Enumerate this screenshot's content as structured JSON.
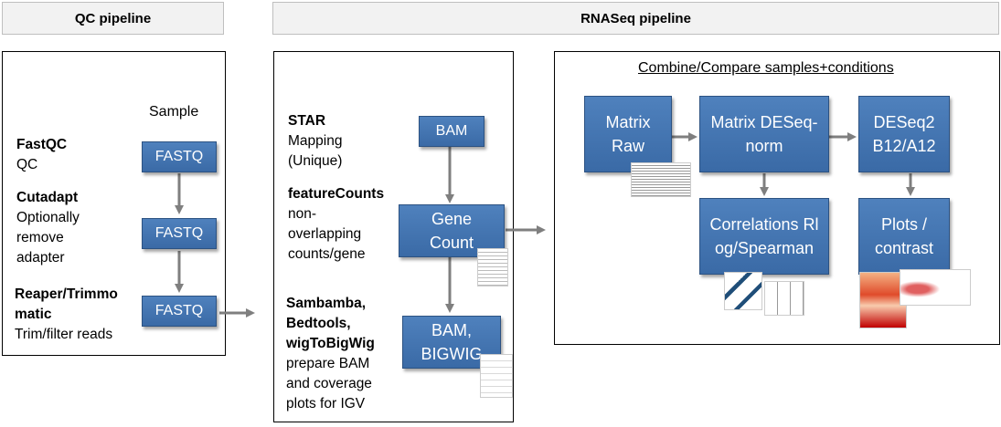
{
  "headers": {
    "qc": "QC pipeline",
    "rnaseq": "RNASeq pipeline"
  },
  "qc": {
    "sample_label": "Sample",
    "tools": [
      {
        "name": "FastQC",
        "desc": "QC"
      },
      {
        "name": "Cutadapt",
        "desc": "Optionally remove adapter"
      },
      {
        "name": "Reaper/Trimmomatic",
        "desc": "Trim/filter reads"
      }
    ],
    "nodes": [
      "FASTQ",
      "FASTQ",
      "FASTQ"
    ]
  },
  "rnaseq": {
    "tools": [
      {
        "name": "STAR",
        "desc": "Mapping (Unique)"
      },
      {
        "name": "featureCounts",
        "desc": "non-overlapping counts/gene"
      },
      {
        "name": "Sambamba, Bedtools, wigToBigWig",
        "desc": "prepare BAM and coverage plots for IGV"
      }
    ],
    "nodes": {
      "bam": "BAM",
      "gene_count": "Gene Count",
      "bam_bigwig": "BAM, BIGWIG"
    }
  },
  "combine": {
    "title": "Combine/Compare samples+conditions",
    "nodes": {
      "matrix_raw": "Matrix Raw",
      "matrix_norm": "Matrix DESeq-norm",
      "deseq2": "DESeq2 B12/A12",
      "correlations": "Correlations Rlog/Spearman",
      "plots": "Plots / contrast"
    }
  },
  "colors": {
    "node_fill": "#4f81bd",
    "node_border": "#2c5282",
    "arrow": "#7f7f7f",
    "header_bg": "#f2f2f2"
  }
}
